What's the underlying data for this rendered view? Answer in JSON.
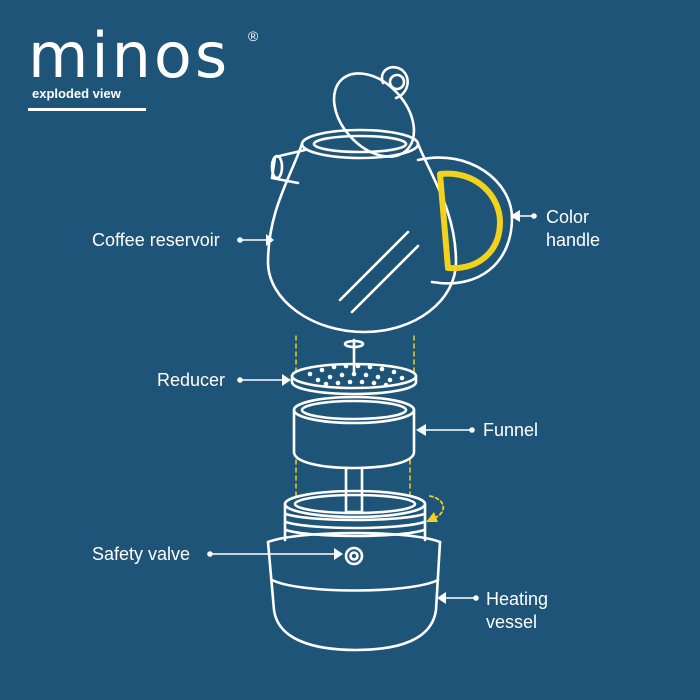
{
  "brand": {
    "name": "minos",
    "registered_mark": "®",
    "subtitle": "exploded view"
  },
  "labels": {
    "coffee_reservoir": "Coffee reservoir",
    "color_handle_line1": "Color",
    "color_handle_line2": "handle",
    "reducer": "Reducer",
    "funnel": "Funnel",
    "safety_valve": "Safety valve",
    "heating_vessel_line1": "Heating",
    "heating_vessel_line2": "vessel"
  },
  "colors": {
    "background": "#1e5478",
    "line": "#ffffff",
    "accent": "#f2d21b"
  }
}
